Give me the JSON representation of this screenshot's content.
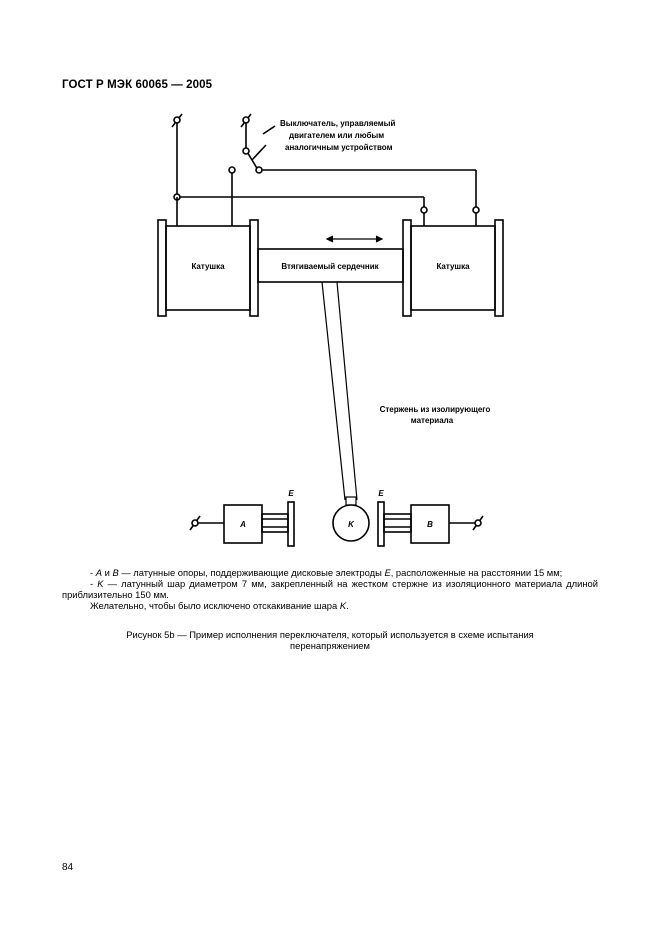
{
  "header": {
    "standard": "ГОСТ Р МЭК 60065 — 2005"
  },
  "figure": {
    "switch_label": [
      "Выключатель, управляемый",
      "двигателем или любым",
      "аналогичным устройством"
    ],
    "coil_left": "Катушка",
    "coil_right": "Катушка",
    "core": "Втягиваемый сердечник",
    "rod_label": [
      "Стержень из изолирующего",
      "материала"
    ],
    "label_a": "A",
    "label_b": "B",
    "label_k": "K",
    "label_e_left": "E",
    "label_e_right": "E"
  },
  "legend": {
    "line1_pre": "- ",
    "line1_a": "A",
    "line1_mid": " и ",
    "line1_b": "B",
    "line1_text": " — латунные опоры, поддерживающие дисковые электроды ",
    "line1_e": "E",
    "line1_tail": ", расположенные на расстоянии 15 мм;",
    "line2_pre": "- ",
    "line2_k": "K",
    "line2_text": " — латунный шар диаметром 7 мм, закрепленный на жестком стержне из изоляционного материала длиной приблизительно 150 мм.",
    "line3_text": "Желательно, чтобы было исключено отскакивание шара ",
    "line3_k": "K",
    "line3_tail": "."
  },
  "caption": {
    "line1": "Рисунок 5b — Пример исполнения переключателя, который используется в схеме испытания",
    "line2": "перенапряжением"
  },
  "page_number": "84"
}
